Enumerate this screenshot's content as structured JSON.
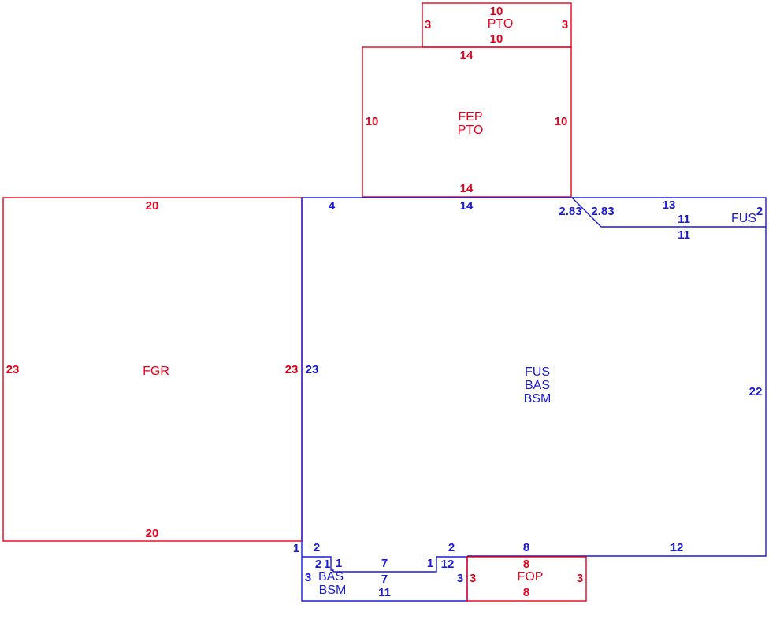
{
  "colors": {
    "red": "#e8001c",
    "blue": "#1a1adb"
  },
  "areas": {
    "pto_small": {
      "top": "10",
      "bottom": "10",
      "left": "3",
      "right": "3",
      "label": "PTO"
    },
    "fep_pto": {
      "top": "14",
      "bottom": "14",
      "left": "10",
      "right": "10",
      "label1": "FEP",
      "label2": "PTO"
    },
    "fgr": {
      "top": "20",
      "bottom": "20",
      "left": "23",
      "right": "23",
      "label": "FGR"
    },
    "main": {
      "top_left": "4",
      "top_mid": "14",
      "diag1": "2.83",
      "diag2": "2.83",
      "left": "23",
      "right": "22",
      "bottom_1": "1",
      "bottom_2a": "2",
      "bottom_2b": "2",
      "bottom_8": "8",
      "bottom_12": "12",
      "label1": "FUS",
      "label2": "BAS",
      "label3": "BSM"
    },
    "fus_small": {
      "top": "13",
      "inner": "11",
      "bottom": "11",
      "right": "2",
      "label": "FUS"
    },
    "bas_bsm": {
      "n2": "2",
      "n1a": "1",
      "n1b": "1",
      "n7a": "7",
      "n7b": "7",
      "n1c": "1",
      "n12": "12",
      "left": "3",
      "right": "3",
      "bottom": "11",
      "label1": "BAS",
      "label2": "BSM"
    },
    "fop": {
      "top": "8",
      "bottom": "8",
      "left": "3",
      "right": "3",
      "label": "FOP"
    }
  }
}
